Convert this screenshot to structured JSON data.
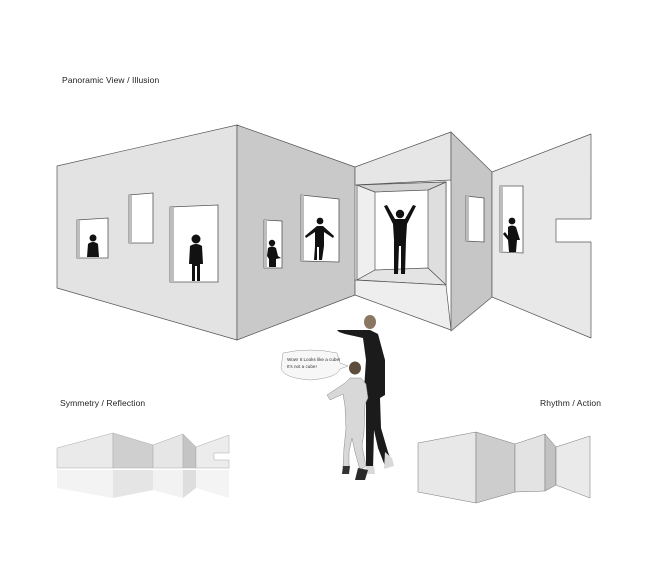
{
  "labels": {
    "panoramic": "Panoramic View / Illusion",
    "symmetry": "Symmetry / Reflection",
    "rhythm": "Rhythm / Action"
  },
  "speech_bubble": {
    "line1": "Wow! It Looks like a cube!",
    "line2": "It's not a cube!"
  }
}
